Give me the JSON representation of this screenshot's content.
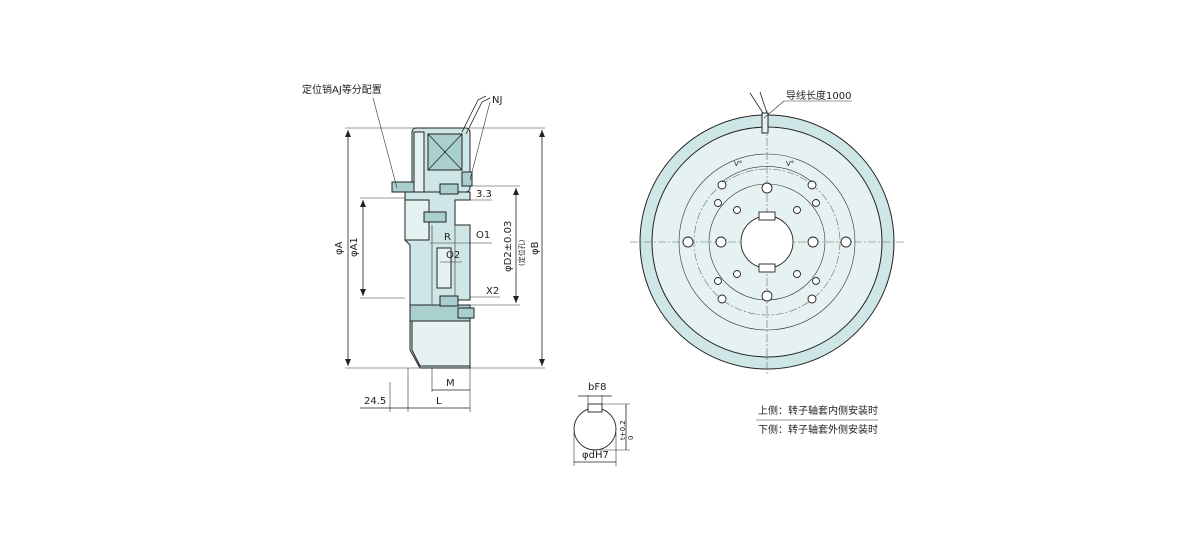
{
  "side_view": {
    "pin_label": "定位销AJ等分配置",
    "nj": "NJ",
    "dim_33": "3.3",
    "dim_a": "φA",
    "dim_a1": "φA1",
    "dim_b": "φB",
    "dim_d2": "φD2±0.03",
    "dim_d2_note": "(定位孔)",
    "dim_r": "R",
    "dim_o1": "O1",
    "dim_o2": "O2",
    "dim_x2": "X2",
    "dim_m": "M",
    "dim_l": "L",
    "dim_245": "24.5"
  },
  "front_view": {
    "lead_label": "导线长度",
    "lead_value": "1000",
    "v_left": "V°",
    "v_right": "V°"
  },
  "key_detail": {
    "b": "bF8",
    "t": "t+0.2",
    "t_tol_low": "0",
    "d": "φdH7"
  },
  "notes": {
    "upper": "上侧：转子轴套内侧安装时",
    "lower": "下侧：转子轴套外侧安装时"
  }
}
